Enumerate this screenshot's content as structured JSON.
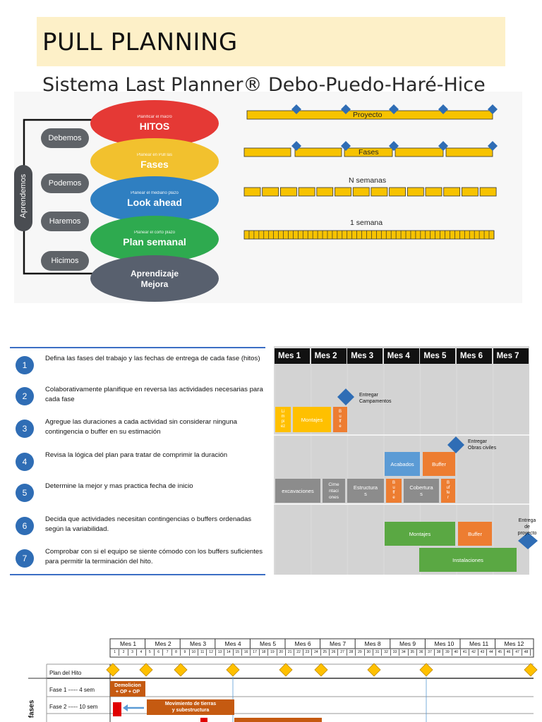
{
  "title": "PULL PLANNING",
  "subtitle": "Sistema Last Planner® Debo-Puedo-Haré-Hice",
  "side_label": "Aprendemos",
  "pills": [
    "Debemos",
    "Podemos",
    "Haremos",
    "Hicimos"
  ],
  "levels": [
    {
      "small": "Planificar el macro",
      "large": "HITOS",
      "color": "#e53935"
    },
    {
      "small": "Planear en Pull las",
      "large": "Fases",
      "color": "#f2c12e"
    },
    {
      "small": "Planear el mediano plazo",
      "large": "Look ahead",
      "color": "#2f7fc1"
    },
    {
      "small": "Planear el corto plazo",
      "large": "Plan semanal",
      "color": "#2eaa4f"
    },
    {
      "small": "",
      "large": "Aprendizaje\nMejora",
      "color": "#58606e"
    }
  ],
  "timeline_labels": {
    "proyecto": "Proyecto",
    "fases": "Fases",
    "n_semanas": "N semanas",
    "una_semana": "1 semana"
  },
  "colors": {
    "bar": "#f7c300",
    "diamond": "#2f6db5",
    "orange": "#ed7d31",
    "gray": "#8c8c8c",
    "green": "#5aa843",
    "blue": "#5b9bd5",
    "yellow": "#ffc000"
  },
  "steps": [
    {
      "n": "1",
      "text": "Defina las fases del trabajo y las fechas de entrega de cada fase (hitos)"
    },
    {
      "n": "2",
      "text": "Colaborativamente planifique en reversa las actividades necesarias para cada fase"
    },
    {
      "n": "3",
      "text": "Agregue las duraciones a cada actividad sin considerar ninguna contingencia o buffer en su estimación"
    },
    {
      "n": "4",
      "text": "Revisa la lógica del plan para tratar de comprimir la duración"
    },
    {
      "n": "5",
      "text": "Determine la mejor y mas practica fecha de inicio"
    },
    {
      "n": "6",
      "text": "Decida que actividades necesitan contingencias o buffers ordenadas según la variabilidad."
    },
    {
      "n": "7",
      "text": "Comprobar con si el equipo se siente cómodo con los buffers suficientes para permitir la terminación del hito."
    }
  ],
  "schedule_months": [
    "Mes 1",
    "Mes 2",
    "Mes 3",
    "Mes 4",
    "Mes 5",
    "Mes 6",
    "Mes 7"
  ],
  "schedule_notes": {
    "campamentos": "Entregar\nCampamentos",
    "obras": "Entregar\nObras civiles",
    "proyecto": "Entrega\nde\nproyecto"
  },
  "schedule_tasks": {
    "limpiez": "Li\nm\npi\nez",
    "montajes1": "Montajes",
    "buffer1": "B\nu\nff\ne",
    "acabados": "Acabados",
    "buffer2": "Buffer",
    "excavaciones": "excavaciones",
    "cimentaciones": "Cime\nntaci\nones",
    "estructuras": "Estructura\ns",
    "buffer3": "B\nu\nff\ne",
    "coberturas": "Cobertura\ns",
    "buffer4": "B\nuf\nfe\nr",
    "montajes2": "Montajes",
    "buffer5": "Buffer",
    "instalaciones": "Instalaciones"
  },
  "gantt_months": [
    "Mes 1",
    "Mes 2",
    "Mes 3",
    "Mes 4",
    "Mes 5",
    "Mes 6",
    "Mes 7",
    "Mes 8",
    "Mes 9",
    "Mes 10",
    "Mes 11",
    "Mes 12"
  ],
  "gantt_rows": {
    "plan_hito": "Plan del  Hito",
    "fase1": "Fase 1 ----- 4 sem",
    "fase2": "Fase 2 ----- 10 sem",
    "side": "fases"
  },
  "gantt_tasks": {
    "demolicion": "Demolicion\n+ OP + OP",
    "movimiento": "Movimiento de tierras\ny subestructura"
  }
}
